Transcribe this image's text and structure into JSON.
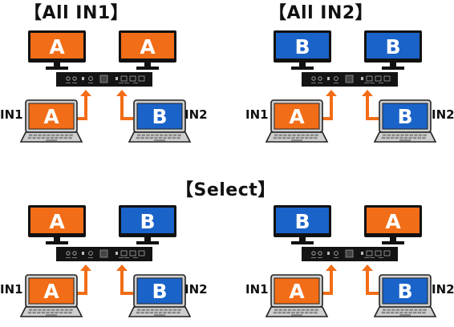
{
  "headings": {
    "all_in1": "【All IN1】",
    "all_in2": "【All IN2】",
    "select": "【Select】"
  },
  "input_labels": {
    "in1": "IN1",
    "in2": "IN2"
  },
  "source_letters": {
    "a": "A",
    "b": "B"
  },
  "colors": {
    "source_a": "#f26d17",
    "source_b": "#1a63c9",
    "arrow": "#f26d17",
    "switch_body": "#141414",
    "laptop_frame": "#cfcfcf",
    "monitor_bezel": "#111111"
  },
  "icons": [
    "monitor-icon",
    "laptop-icon",
    "switch-icon",
    "arrow-icon"
  ],
  "scenarios": [
    {
      "name": "All IN1",
      "in1": "A",
      "in2": "B",
      "left_monitor": "A",
      "right_monitor": "A"
    },
    {
      "name": "All IN2",
      "in1": "A",
      "in2": "B",
      "left_monitor": "B",
      "right_monitor": "B"
    },
    {
      "name": "Select",
      "in1": "A",
      "in2": "B",
      "left_monitor": "A",
      "right_monitor": "B"
    },
    {
      "name": "Select",
      "in1": "A",
      "in2": "B",
      "left_monitor": "B",
      "right_monitor": "A"
    }
  ]
}
